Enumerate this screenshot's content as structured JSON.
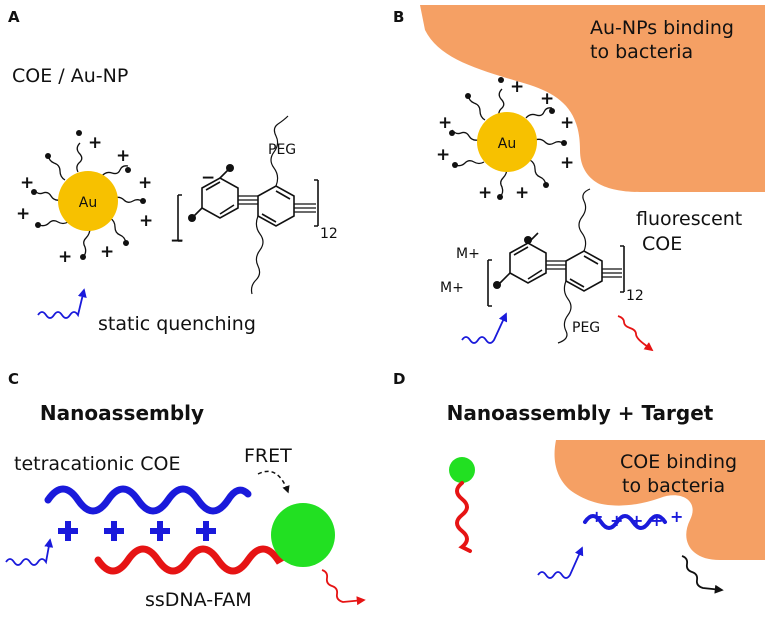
{
  "panels": {
    "a": {
      "letter": "A",
      "title": "COE / Au-NP",
      "au_label": "Au",
      "peg_label": "PEG",
      "subscript": "12",
      "caption": "static quenching",
      "minus": "−"
    },
    "b": {
      "letter": "B",
      "title_line1": "Au-NPs binding",
      "title_line2": "to bacteria",
      "au_label": "Au",
      "coe_line1": "fluorescent",
      "coe_line2": "COE",
      "cation": "M+",
      "peg_label": "PEG",
      "subscript": "12"
    },
    "c": {
      "letter": "C",
      "title": "Nanoassembly",
      "coe_label": "tetracationic COE",
      "fret_label": "FRET",
      "dna_label": "ssDNA-FAM"
    },
    "d": {
      "letter": "D",
      "title": "Nanoassembly + Target",
      "binding_line1": "COE binding",
      "binding_line2": "to bacteria"
    }
  },
  "colors": {
    "gold": "#f7c100",
    "bacteria": "#f5a064",
    "blue": "#1a1adb",
    "red": "#e61414",
    "green": "#22e022",
    "black": "#111111"
  }
}
